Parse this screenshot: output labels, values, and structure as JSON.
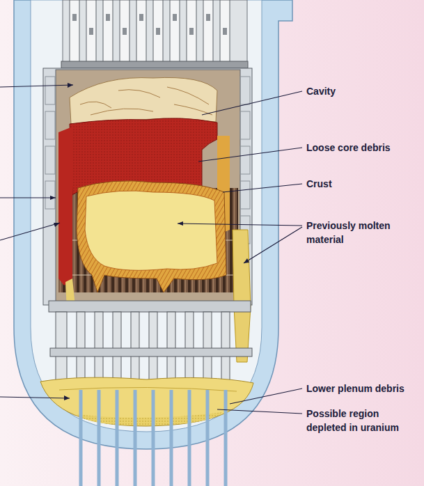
{
  "diagram": {
    "labels": [
      "Cavity",
      "Loose core debris",
      "Crust",
      "Previously molten material",
      "Lower plenum debris",
      "Possible region depleted in uranium"
    ]
  }
}
